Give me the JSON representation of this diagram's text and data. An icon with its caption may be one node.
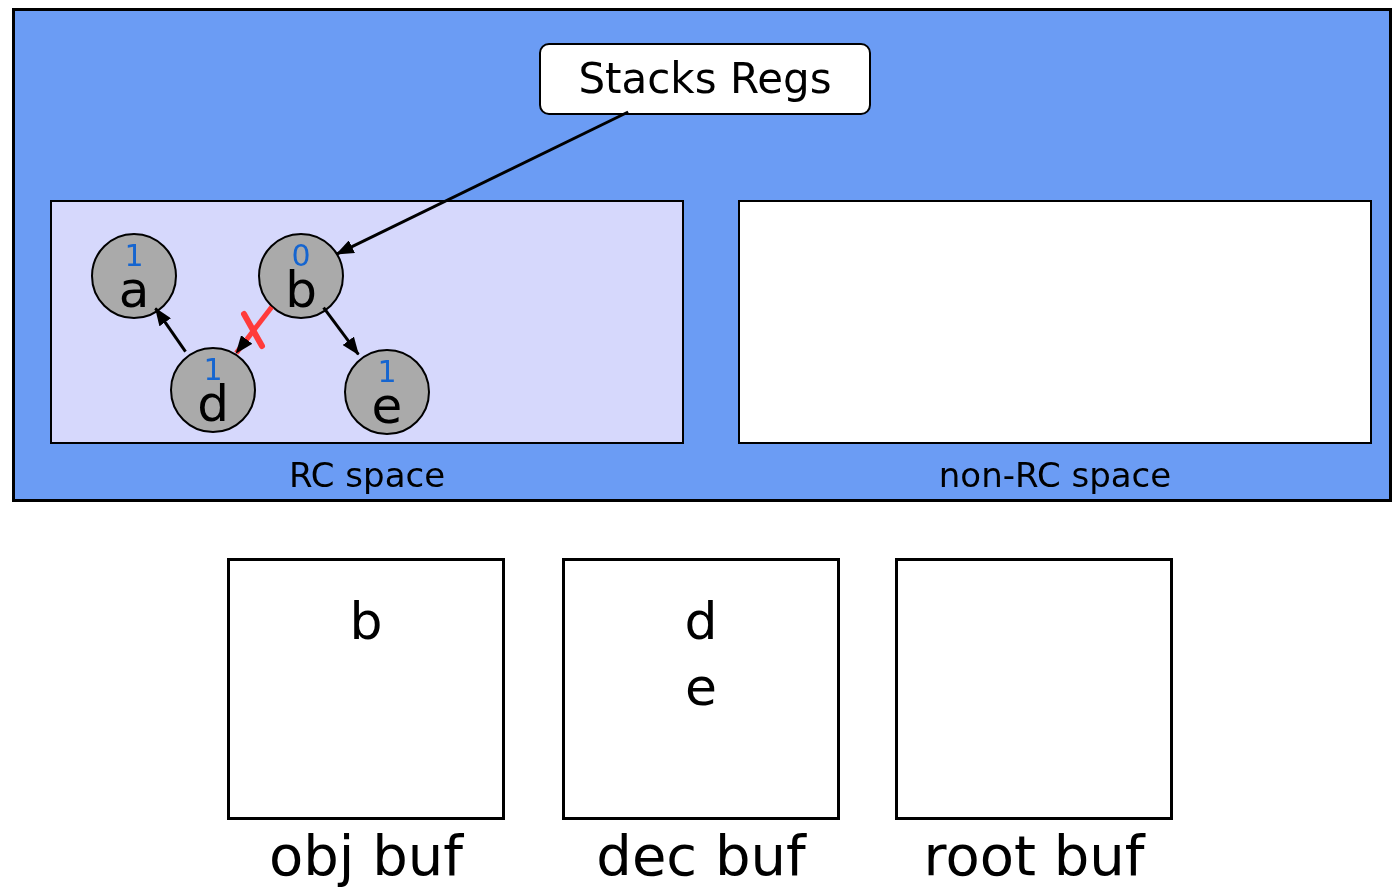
{
  "diagram": {
    "nodes": [
      {
        "text": [],
        "shape": "box"
      },
      {
        "text": [
          "Stacks Regs"
        ],
        "in": 0
      },
      {
        "text": [
          "RC space"
        ],
        "in": 0
      },
      {
        "text": [
          "1",
          "a"
        ],
        "in": 2
      },
      {
        "text": [
          "0",
          "b"
        ],
        "in": 2
      },
      {
        "text": [
          "1",
          "d"
        ],
        "in": 2
      },
      {
        "text": [
          "1",
          "e"
        ],
        "in": 2
      },
      {
        "text": [
          "non-RC space"
        ],
        "in": 0
      },
      {
        "text": [
          "b",
          "obj buf"
        ]
      },
      {
        "text": [
          "d",
          "e",
          "dec buf"
        ]
      },
      {
        "text": [
          "root buf"
        ]
      }
    ],
    "edges": [
      {
        "from": 1,
        "to": 4,
        "arrow": "to"
      },
      {
        "from": 5,
        "to": 3,
        "arrow": "to"
      },
      {
        "from": 4,
        "to": 5,
        "arrow": "to",
        "color": "#ff3b3b"
      },
      {
        "from": 4,
        "to": 6,
        "arrow": "to"
      }
    ]
  }
}
